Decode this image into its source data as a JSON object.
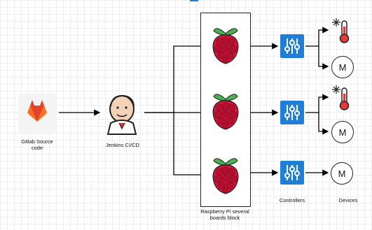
{
  "labels": {
    "gitlab": "Gitlab Source\ncode",
    "jenkins": "Jenkins CI/CD",
    "pi_block": "Raspberry Pi several\nboards block",
    "controllers": "Controllers",
    "devices": "Devices"
  },
  "motor_symbol": "M",
  "icons": [
    "gitlab-icon",
    "jenkins-icon",
    "raspberry-pi-icon",
    "controller-sliders-icon",
    "thermometer-snowflake-icon",
    "motor-icon"
  ],
  "colors": {
    "controller": "#1f7fd6",
    "raspberry": "#d2143a",
    "leaf": "#4caf50",
    "gitlab": "#fc6d26",
    "thermometer_red": "#e53935"
  }
}
